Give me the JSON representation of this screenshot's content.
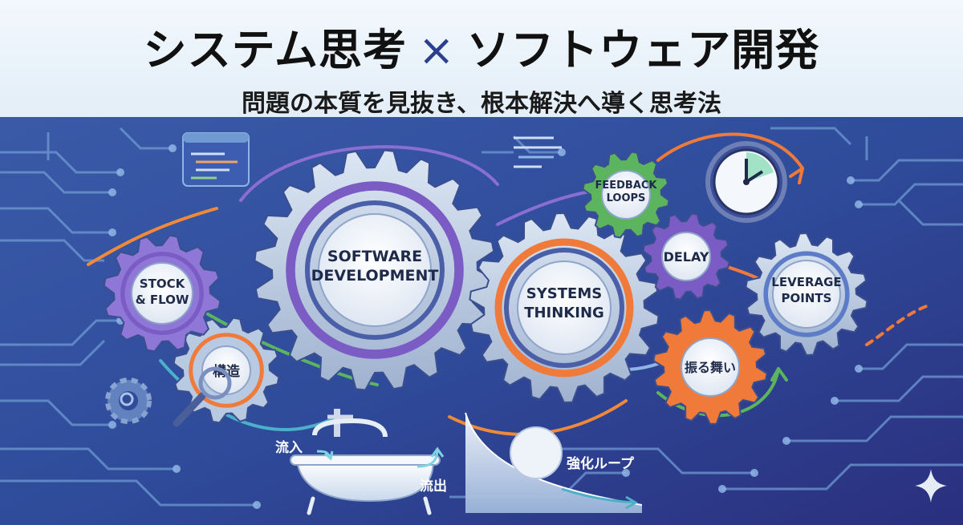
{
  "header": {
    "title_left": "システム思考",
    "title_times": "×",
    "title_right": "ソフトウェア開発",
    "subtitle": "問題の本質を見抜き、根本解決へ導く思考法"
  },
  "gears": {
    "software_development": [
      "SOFTWARE",
      "DEVELOPMENT"
    ],
    "systems_thinking": [
      "SYSTEMS",
      "THINKING"
    ],
    "stock_flow": [
      "STOCK",
      "& FLOW"
    ],
    "structure": "構造",
    "feedback_loops": [
      "FEEDBACK",
      "LOOPS"
    ],
    "delay": "DELAY",
    "leverage_points": [
      "LEVERAGE",
      "POINTS"
    ],
    "behavior": "振る舞い"
  },
  "labels": {
    "inflow": "流入",
    "outflow": "流出",
    "reinforcing_loop": "強化ループ"
  },
  "colors": {
    "background": "#2c3f8e",
    "header_bg": "#eaf3fb",
    "circuit": "#5d8fcc",
    "gear_blue": "#b8c9e2",
    "gear_purple": "#7b5bc4",
    "gear_orange": "#f07a3a",
    "gear_green": "#5cb45e",
    "label_bg": "#eef3fa"
  }
}
